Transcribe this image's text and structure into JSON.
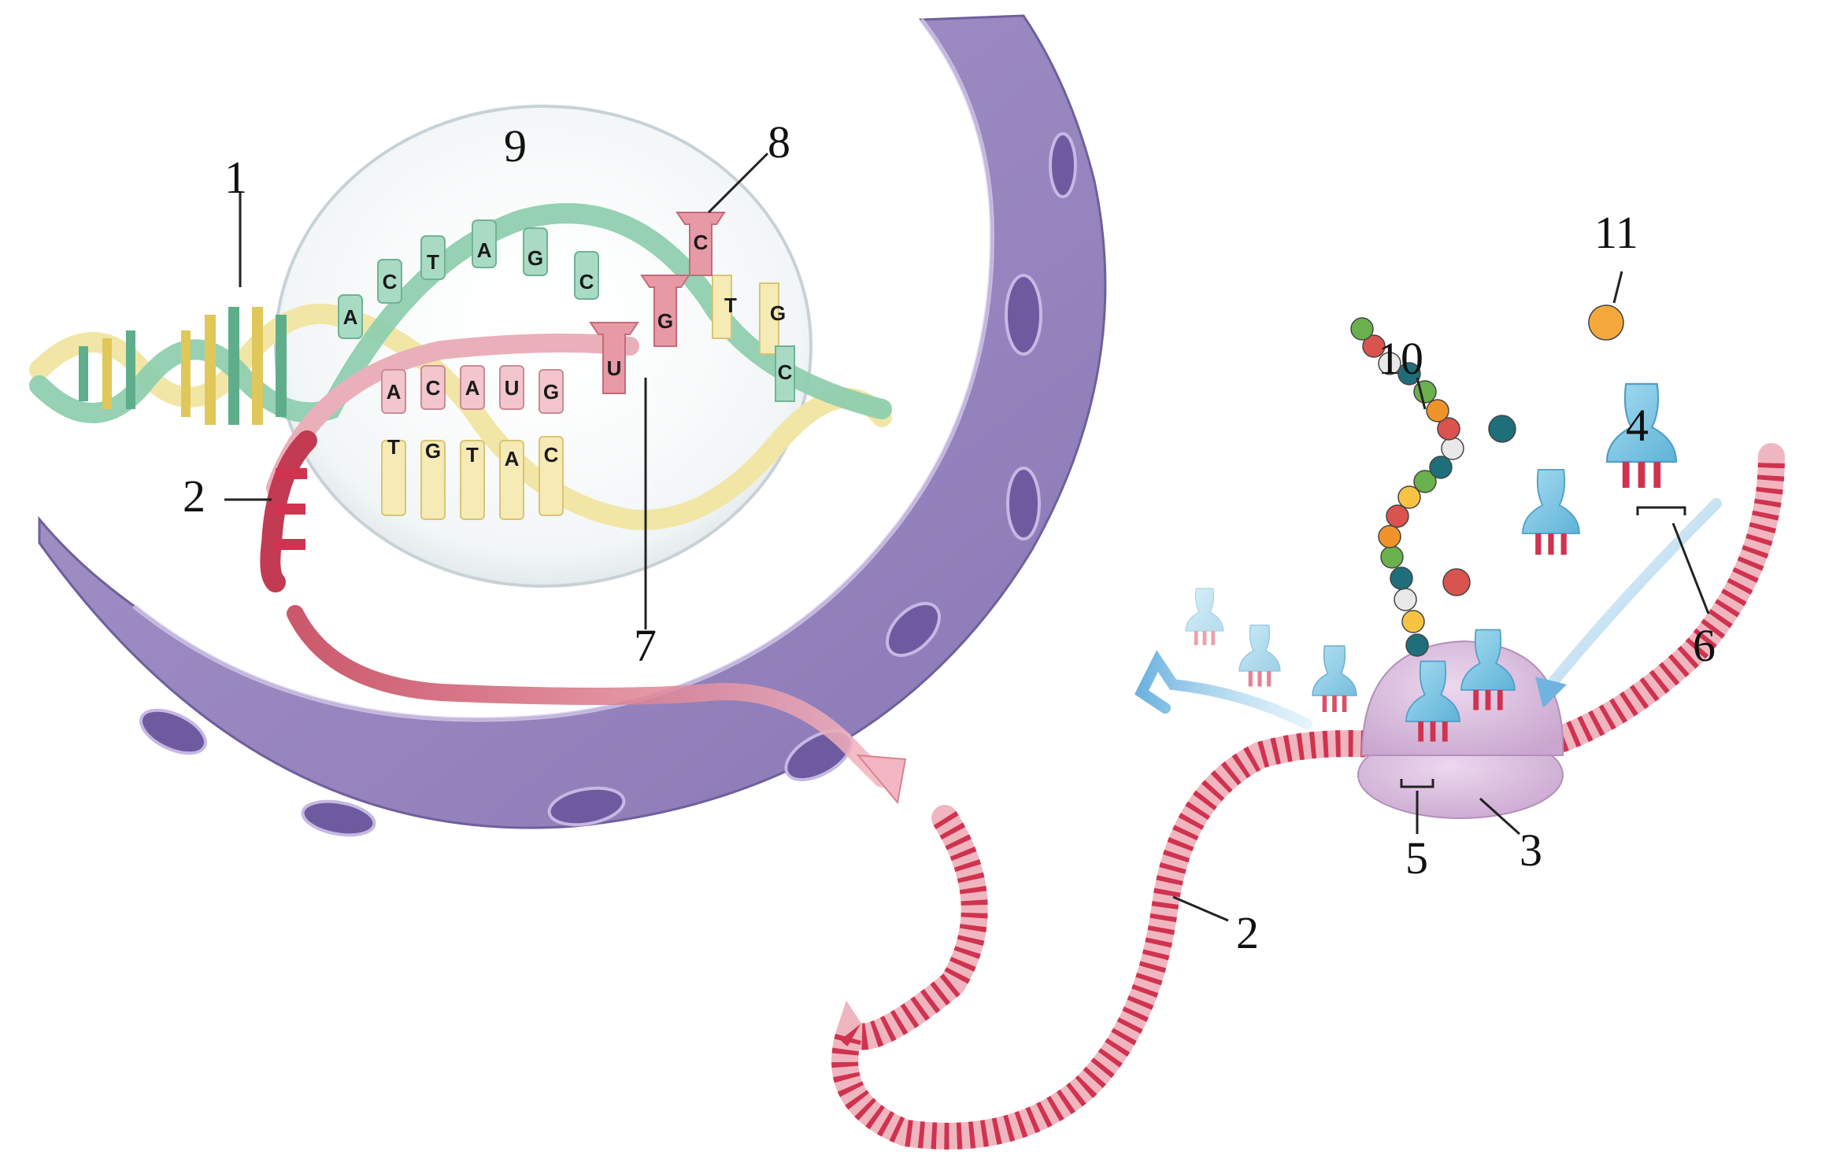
{
  "diagram": {
    "labels": {
      "l1": "1",
      "l2a": "2",
      "l2b": "2",
      "l3": "3",
      "l4": "4",
      "l5": "5",
      "l6": "6",
      "l7": "7",
      "l8": "8",
      "l9": "9",
      "l10": "10",
      "l11": "11"
    },
    "bases": {
      "template_top": [
        "A",
        "C",
        "T",
        "A",
        "G",
        "C"
      ],
      "mrna_upper": [
        "A",
        "C",
        "A",
        "U",
        "G"
      ],
      "dna_lower": [
        "T",
        "G",
        "T",
        "A",
        "C"
      ],
      "free_nucleotides": [
        "U",
        "G",
        "C"
      ],
      "right_strand": [
        "T",
        "G",
        "C"
      ]
    },
    "colors": {
      "nucleus_envelope": "#8f7cb8",
      "envelope_light": "#b9a9d6",
      "mrna": "#d0334f",
      "trna": "#7cc4e3",
      "ribosome": "#d6b8dc",
      "dna_green": "#8fcfae",
      "dna_yellow": "#f2e6a6",
      "amino_acids": [
        "#d9534f",
        "#6ab04c",
        "#f0932b",
        "#1e6f7a",
        "#e8e8e8",
        "#f6c344"
      ]
    }
  }
}
